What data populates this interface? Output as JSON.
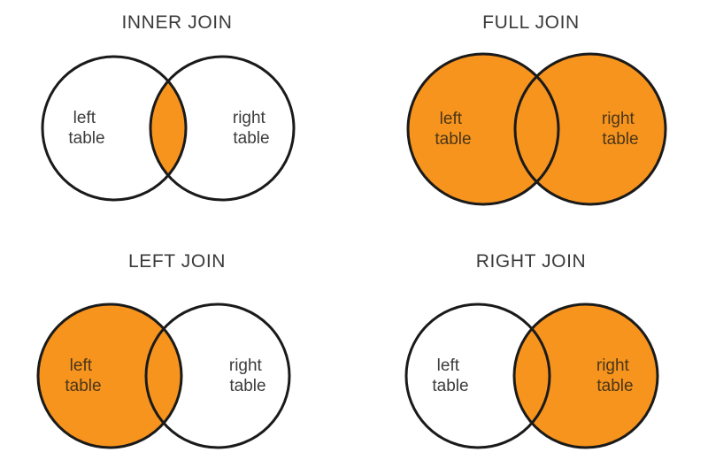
{
  "figure": {
    "title_absent": true,
    "background_color": "#ffffff",
    "fill_color": "#F7941E",
    "outline_color": "#1a1a1a",
    "title_color": "#3b3b3b",
    "label_color": "#3c3c3c",
    "empty_fill_color": "#ffffff"
  },
  "panels": [
    {
      "id": "inner-join",
      "title": "INNER JOIN",
      "left_label_line1": "left",
      "left_label_line2": "table",
      "right_label_line1": "right",
      "right_label_line2": "table",
      "left_circle_filled": false,
      "right_circle_filled": false,
      "intersection_filled": true
    },
    {
      "id": "full-join",
      "title": "FULL JOIN",
      "left_label_line1": "left",
      "left_label_line2": "table",
      "right_label_line1": "right",
      "right_label_line2": "table",
      "left_circle_filled": true,
      "right_circle_filled": true,
      "intersection_filled": true
    },
    {
      "id": "left-join",
      "title": "LEFT JOIN",
      "left_label_line1": "left",
      "left_label_line2": "table",
      "right_label_line1": "right",
      "right_label_line2": "table",
      "left_circle_filled": true,
      "right_circle_filled": false,
      "intersection_filled": true
    },
    {
      "id": "right-join",
      "title": "RIGHT JOIN",
      "left_label_line1": "left",
      "left_label_line2": "table",
      "right_label_line1": "right",
      "right_label_line2": "table",
      "left_circle_filled": false,
      "right_circle_filled": true,
      "intersection_filled": true
    }
  ],
  "chart_data": {
    "type": "diagram",
    "subtype": "venn",
    "title": "",
    "sets": [
      "left table",
      "right table"
    ],
    "panels": [
      {
        "name": "INNER JOIN",
        "shaded_regions": [
          "intersection"
        ]
      },
      {
        "name": "FULL JOIN",
        "shaded_regions": [
          "left-only",
          "intersection",
          "right-only"
        ]
      },
      {
        "name": "LEFT JOIN",
        "shaded_regions": [
          "left-only",
          "intersection"
        ]
      },
      {
        "name": "RIGHT JOIN",
        "shaded_regions": [
          "intersection",
          "right-only"
        ]
      }
    ],
    "shade_color": "#F7941E",
    "unshaded_color": "#ffffff",
    "legend": []
  }
}
